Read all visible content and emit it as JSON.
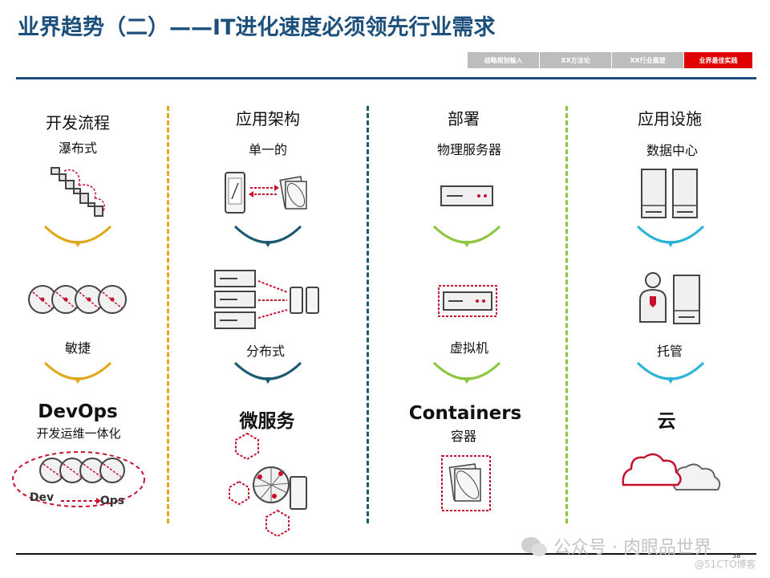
{
  "title": "业界趋势（二）——IT进化速度必须领先行业需求",
  "nav_tabs": [
    {
      "label": "战略规划输入",
      "active": false
    },
    {
      "label": "XX方法论",
      "active": false
    },
    {
      "label": "XX行业展望",
      "active": false
    },
    {
      "label": "业界最佳实践",
      "active": true
    }
  ],
  "columns": [
    {
      "header": "开发流程",
      "stages": [
        "瀑布式",
        "敏捷",
        "DevOps"
      ],
      "stage3_sub": "开发运维一体化",
      "arc_color": "#e2a81c",
      "devops_left": "Dev",
      "devops_right": "Ops"
    },
    {
      "header": "应用架构",
      "stages": [
        "单一的",
        "分布式",
        "微服务"
      ],
      "arc_color": "#1b5a73"
    },
    {
      "header": "部署",
      "stages": [
        "物理服务器",
        "虚拟机",
        "Containers"
      ],
      "stage3_sub": "容器",
      "arc_color": "#8dc63f"
    },
    {
      "header": "应用设施",
      "stages": [
        "数据中心",
        "托管",
        "云"
      ],
      "arc_color": "#2db3d6"
    }
  ],
  "divider_colors": [
    "#e2a81c",
    "#1b5a73",
    "#8dc63f"
  ],
  "colors": {
    "title": "#1c4f7c",
    "accent": "#e00000"
  },
  "page_number": "38",
  "watermark": {
    "text": "公众号 · 肉眼品世界",
    "small": "@51CTO博客"
  }
}
